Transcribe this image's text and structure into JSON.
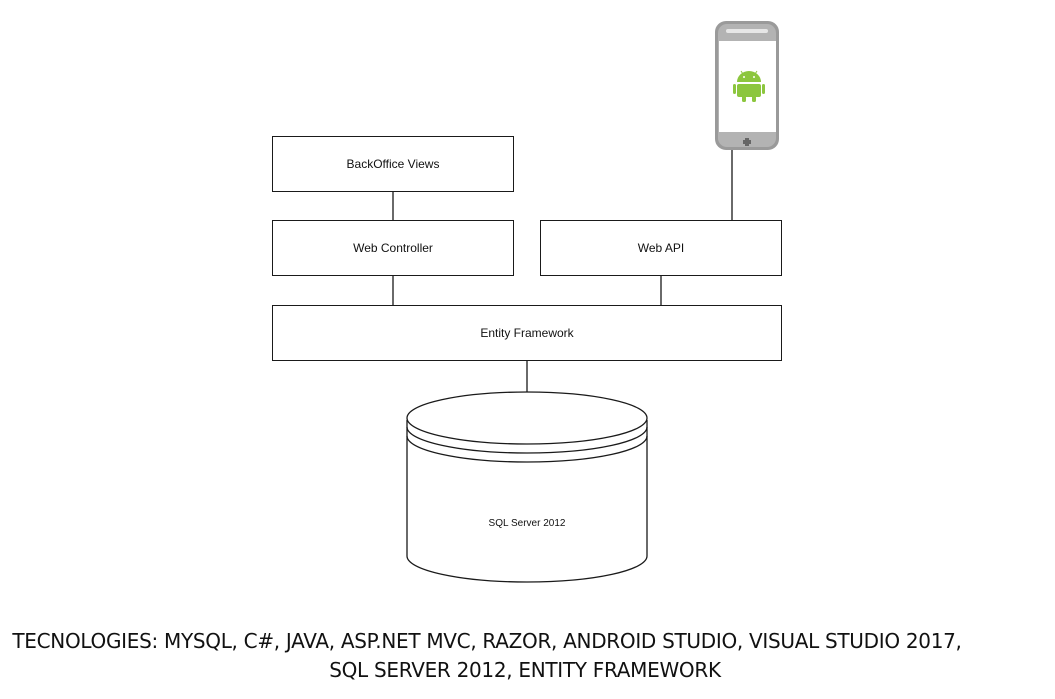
{
  "diagram": {
    "boxes": {
      "backoffice_views": "BackOffice Views",
      "web_controller": "Web Controller",
      "web_api": "Web API",
      "entity_framework": "Entity Framework"
    },
    "database": {
      "label": "SQL Server 2012"
    },
    "phone": {
      "icon": "android-phone-icon",
      "accent_color": "#8cc63e"
    }
  },
  "footer": {
    "line1": "TECNOLOGIES: MYSQL, C#, JAVA, ASP.NET MVC, RAZOR, ANDROID STUDIO, VISUAL STUDIO 2017,",
    "line2": "SQL SERVER 2012, ENTITY FRAMEWORK"
  }
}
